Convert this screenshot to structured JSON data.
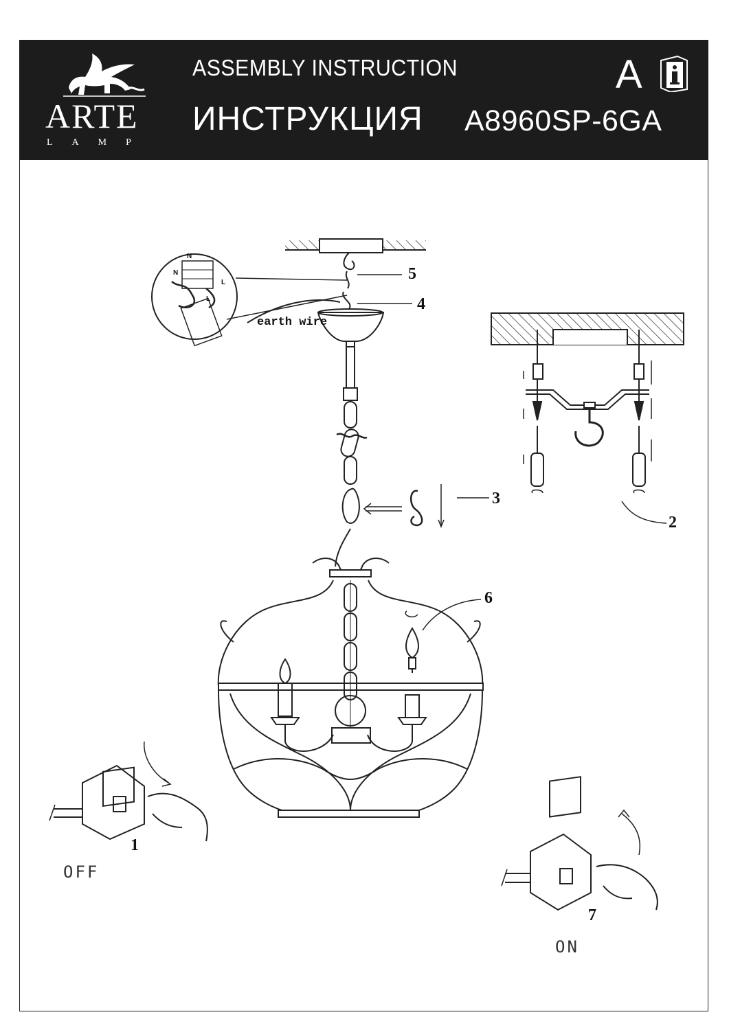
{
  "header": {
    "brand_name": "ARTE",
    "brand_sub": "LAMP",
    "title_en": "ASSEMBLY INSTRUCTION",
    "title_ru": "ИНСТРУКЦИЯ",
    "class_letter": "A",
    "model": "A8960SP-6GA",
    "icons": [
      "griffin-logo",
      "info-manual-icon"
    ]
  },
  "diagram": {
    "earth_wire_label": "earth wire",
    "wire_letters": [
      "N",
      "N",
      "L",
      "L"
    ],
    "callouts": [
      "1",
      "2",
      "3",
      "4",
      "5",
      "6",
      "7"
    ],
    "switch_off_label": "OFF",
    "switch_on_label": "ON"
  }
}
